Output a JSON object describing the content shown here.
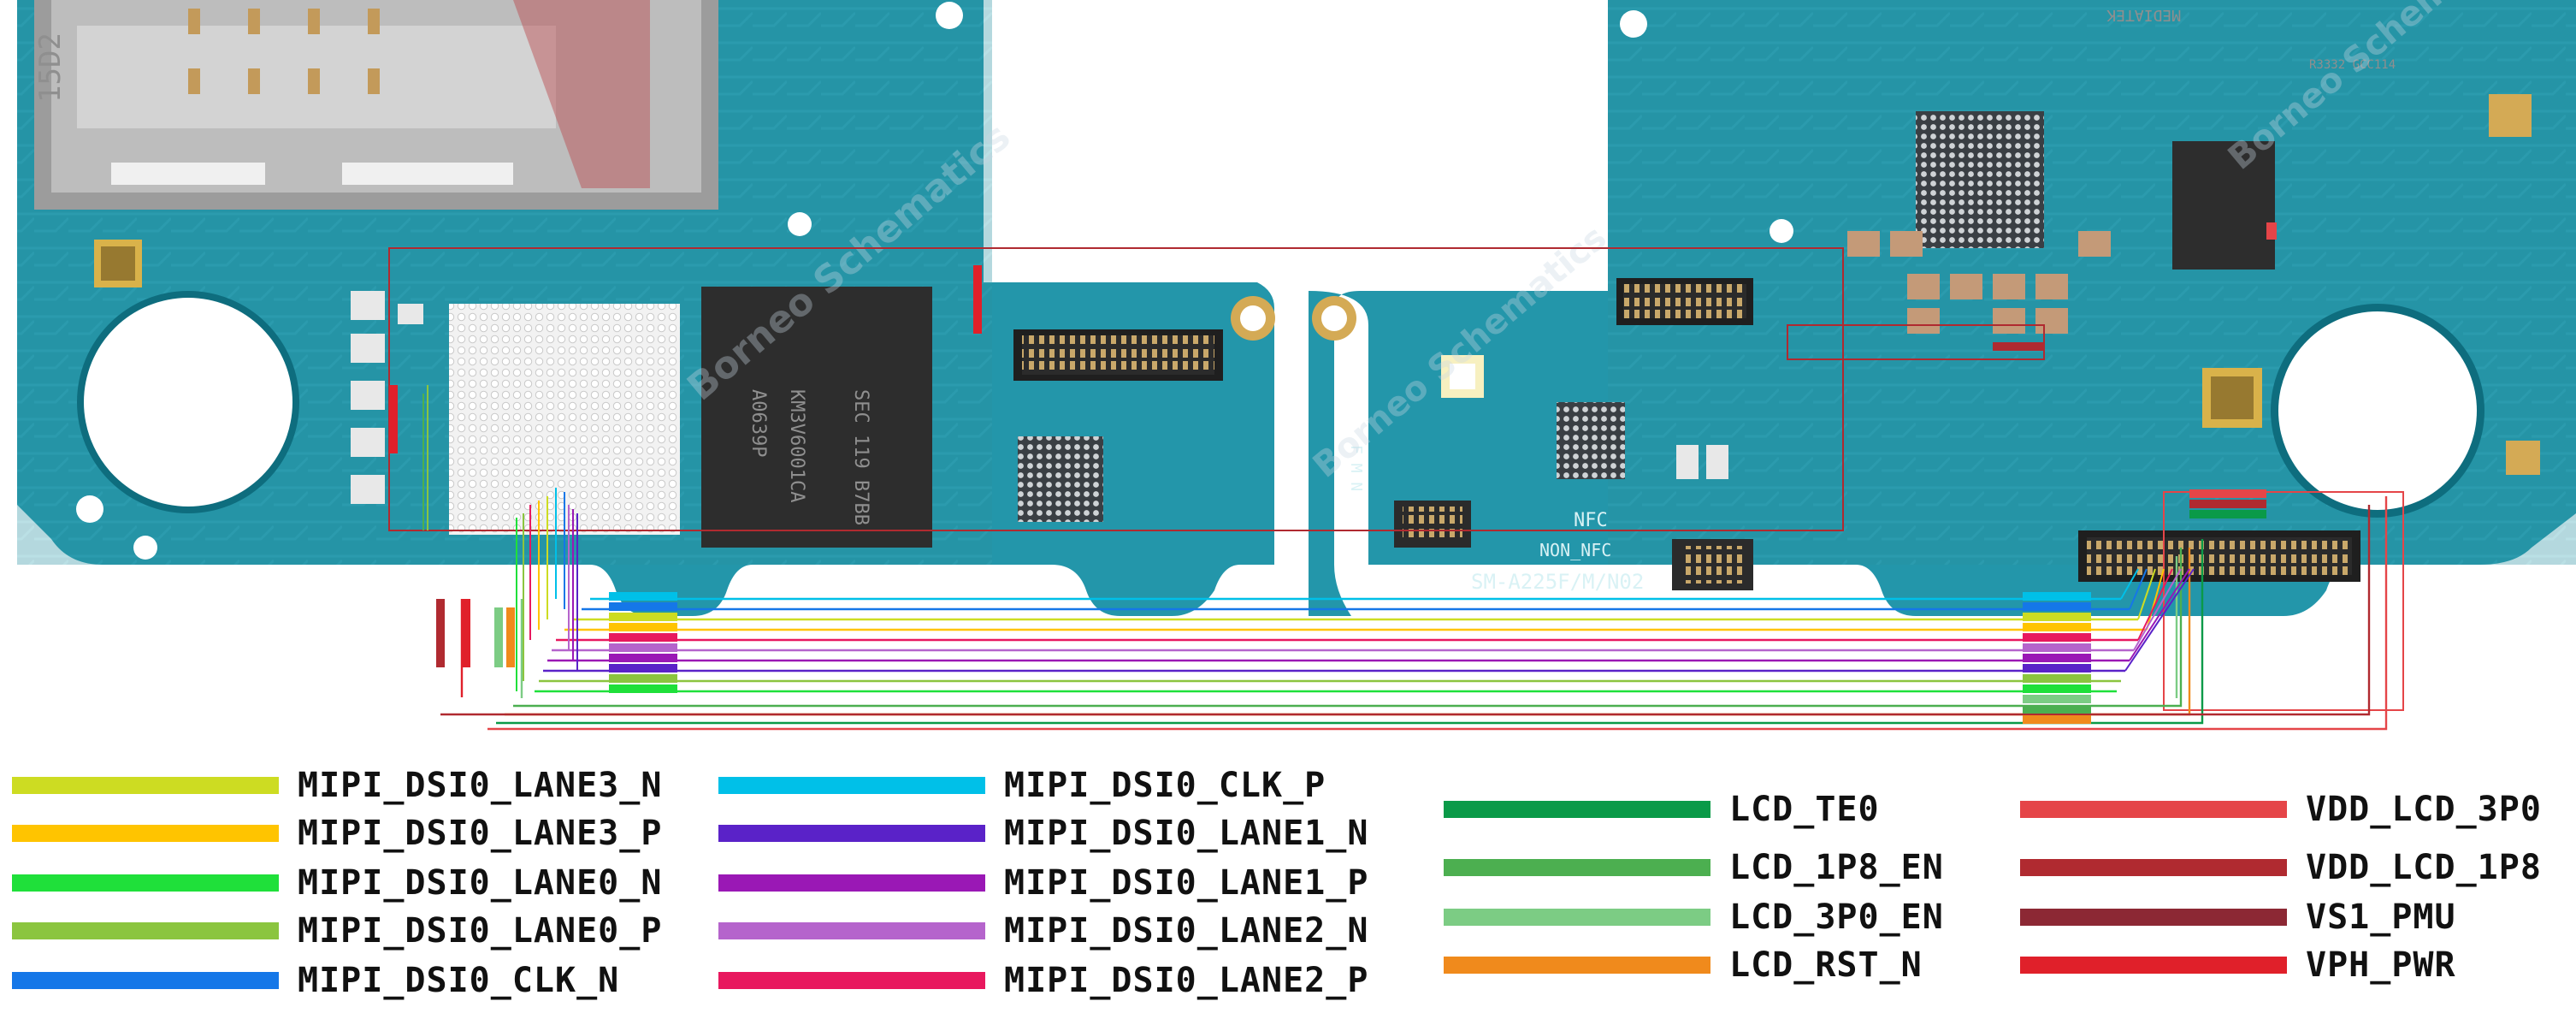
{
  "board": {
    "model_silk": "SM-A225F/M/N02",
    "nfc_silk": "NFC",
    "non_nfc_silk": "NON_NFC",
    "fmn_silk": "F M N",
    "cpu_marking": "SEC 119 B7BB KM3V6001CA",
    "cpu_marking2": "A0639P",
    "pmic_marking": "MEDIATEK",
    "small_ic_marking": "R3332 GCC114",
    "sim_silk": "15D2",
    "watermark": "Borneo Schematics"
  },
  "legend": {
    "items": [
      {
        "label": "MIPI_DSI0_LANE3_N",
        "color": "#cddc22"
      },
      {
        "label": "MIPI_DSI0_LANE3_P",
        "color": "#ffc400"
      },
      {
        "label": "MIPI_DSI0_LANE0_N",
        "color": "#1fe03a"
      },
      {
        "label": "MIPI_DSI0_LANE0_P",
        "color": "#8bc53f"
      },
      {
        "label": "MIPI_DSI0_CLK_N",
        "color": "#1577e8"
      },
      {
        "label": "MIPI_DSI0_CLK_P",
        "color": "#00c0e8"
      },
      {
        "label": "MIPI_DSI0_LANE1_N",
        "color": "#5a22c8"
      },
      {
        "label": "MIPI_DSI0_LANE1_P",
        "color": "#9a18b5"
      },
      {
        "label": "MIPI_DSI0_LANE2_N",
        "color": "#b564cc"
      },
      {
        "label": "MIPI_DSI0_LANE2_P",
        "color": "#e8185e"
      },
      {
        "label": "LCD_TE0",
        "color": "#0a9a48"
      },
      {
        "label": "LCD_1P8_EN",
        "color": "#4caf50"
      },
      {
        "label": "LCD_3P0_EN",
        "color": "#7ccc84"
      },
      {
        "label": "LCD_RST_N",
        "color": "#f08a1c"
      },
      {
        "label": "VDD_LCD_3P0",
        "color": "#e54548"
      },
      {
        "label": "VDD_LCD_1P8",
        "color": "#b02a30"
      },
      {
        "label": "VS1_PMU",
        "color": "#8c2834"
      },
      {
        "label": "VPH_PWR",
        "color": "#e0202a"
      }
    ]
  }
}
